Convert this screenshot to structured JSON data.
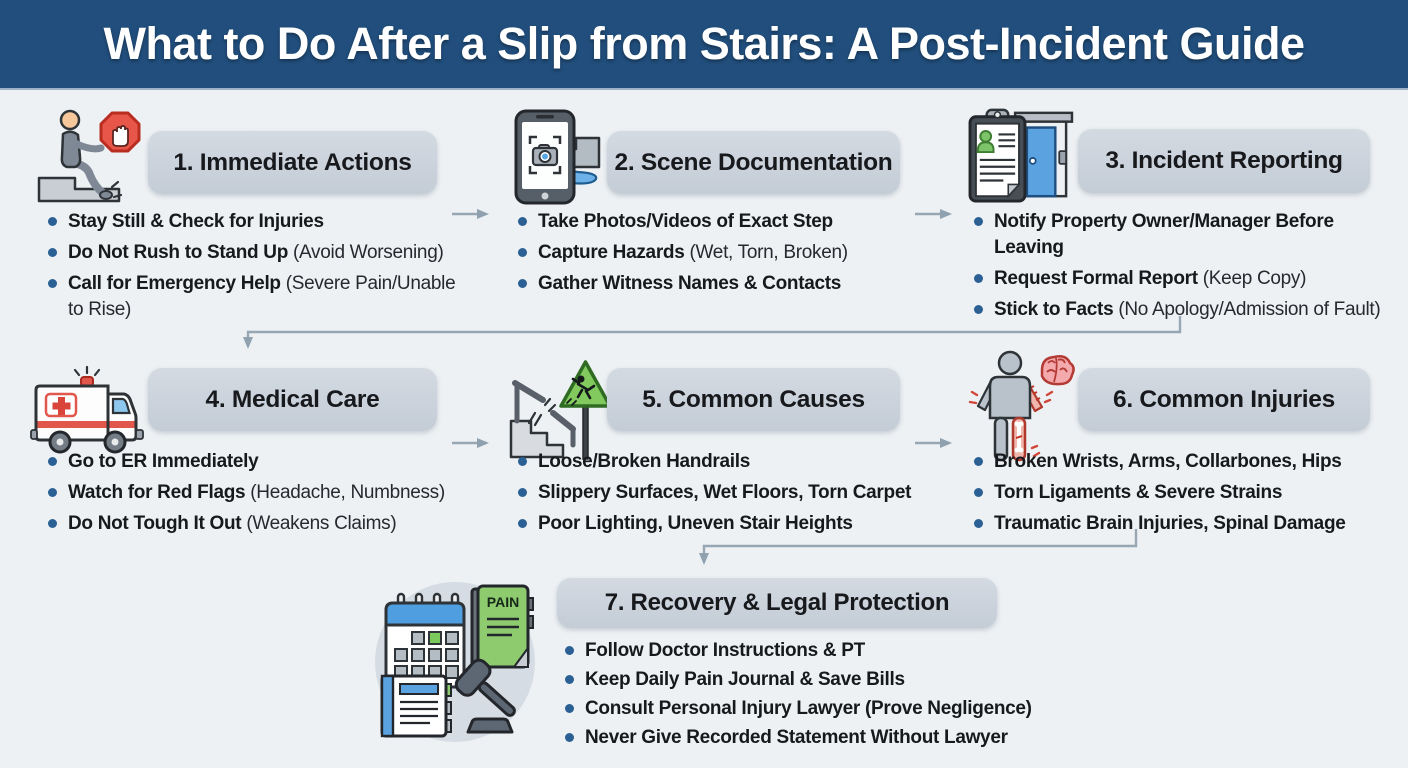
{
  "header": {
    "title": "What to Do After a Slip from Stairs: A Post-Incident Guide"
  },
  "colors": {
    "header_bg": "#214E7C",
    "page_bg": "#EDF1F4",
    "title_box": "#CBD3DD",
    "bullet_dot": "#2A6094",
    "connector": "#95A3B0",
    "stop_sign_red": "#E8564A",
    "warning_green": "#82CA5E",
    "door_blue": "#5AA3E0",
    "brain_pink": "#F4A9AD"
  },
  "sections": [
    {
      "title": "1. Immediate Actions",
      "icon": "person-slipping-stairs-stop-icon",
      "bullets": [
        {
          "bold": "Stay Still & Check for Injuries",
          "normal": ""
        },
        {
          "bold": "Do Not Rush to Stand Up",
          "normal": " (Avoid Worsening)"
        },
        {
          "bold": "Call for Emergency Help",
          "normal": " (Severe Pain/​Unable to Rise)"
        }
      ]
    },
    {
      "title": "2. Scene Documentation",
      "icon": "phone-camera-wet-stairs-icon",
      "bullets": [
        {
          "bold": "Take Photos/Videos of Exact Step",
          "normal": ""
        },
        {
          "bold": "Capture Hazards",
          "normal": " (Wet, Torn, Broken)"
        },
        {
          "bold": "Gather Witness Names & Contacts",
          "normal": ""
        }
      ]
    },
    {
      "title": "3. Incident Reporting",
      "icon": "clipboard-report-door-icon",
      "bullets": [
        {
          "bold": "Notify Property Owner/Manager Before Leaving",
          "normal": ""
        },
        {
          "bold": "Request Formal Report",
          "normal": " (Keep Copy)"
        },
        {
          "bold": "Stick to Facts",
          "normal": " (No Apology/Admission of Fault)"
        }
      ]
    },
    {
      "title": "4. Medical Care",
      "icon": "ambulance-icon",
      "bullets": [
        {
          "bold": "Go to ER Immediately",
          "normal": ""
        },
        {
          "bold": "Watch for Red Flags",
          "normal": " (Headache, Numbness)"
        },
        {
          "bold": "Do Not Tough It Out",
          "normal": " (Weakens Claims)"
        }
      ]
    },
    {
      "title": "5. Common Causes",
      "icon": "broken-handrail-warning-sign-icon",
      "bullets": [
        {
          "bold": "Loose/Broken Handrails",
          "normal": ""
        },
        {
          "bold": "Slippery Surfaces, Wet Floors, Torn Carpet",
          "normal": ""
        },
        {
          "bold": "Poor Lighting, Uneven Stair Heights",
          "normal": ""
        }
      ]
    },
    {
      "title": "6. Common Injuries",
      "icon": "injured-body-brain-icon",
      "bullets": [
        {
          "bold": "Broken Wrists, Arms, Collarbones, Hips",
          "normal": ""
        },
        {
          "bold": "Torn Ligaments & Severe Strains",
          "normal": ""
        },
        {
          "bold": "Traumatic Brain Injuries, Spinal Damage",
          "normal": ""
        }
      ]
    },
    {
      "title": "7. Recovery & Legal Protection",
      "icon": "calendar-pain-journal-gavel-icon",
      "icon_label": "PAIN",
      "bullets": [
        {
          "bold": "Follow Doctor Instructions & PT",
          "normal": ""
        },
        {
          "bold": "Keep Daily Pain Journal & Save Bills",
          "normal": ""
        },
        {
          "bold": "Consult Personal Injury Lawyer (Prove Negligence)",
          "normal": ""
        },
        {
          "bold": "Never Give Recorded Statement Without Lawyer",
          "normal": ""
        }
      ]
    }
  ]
}
